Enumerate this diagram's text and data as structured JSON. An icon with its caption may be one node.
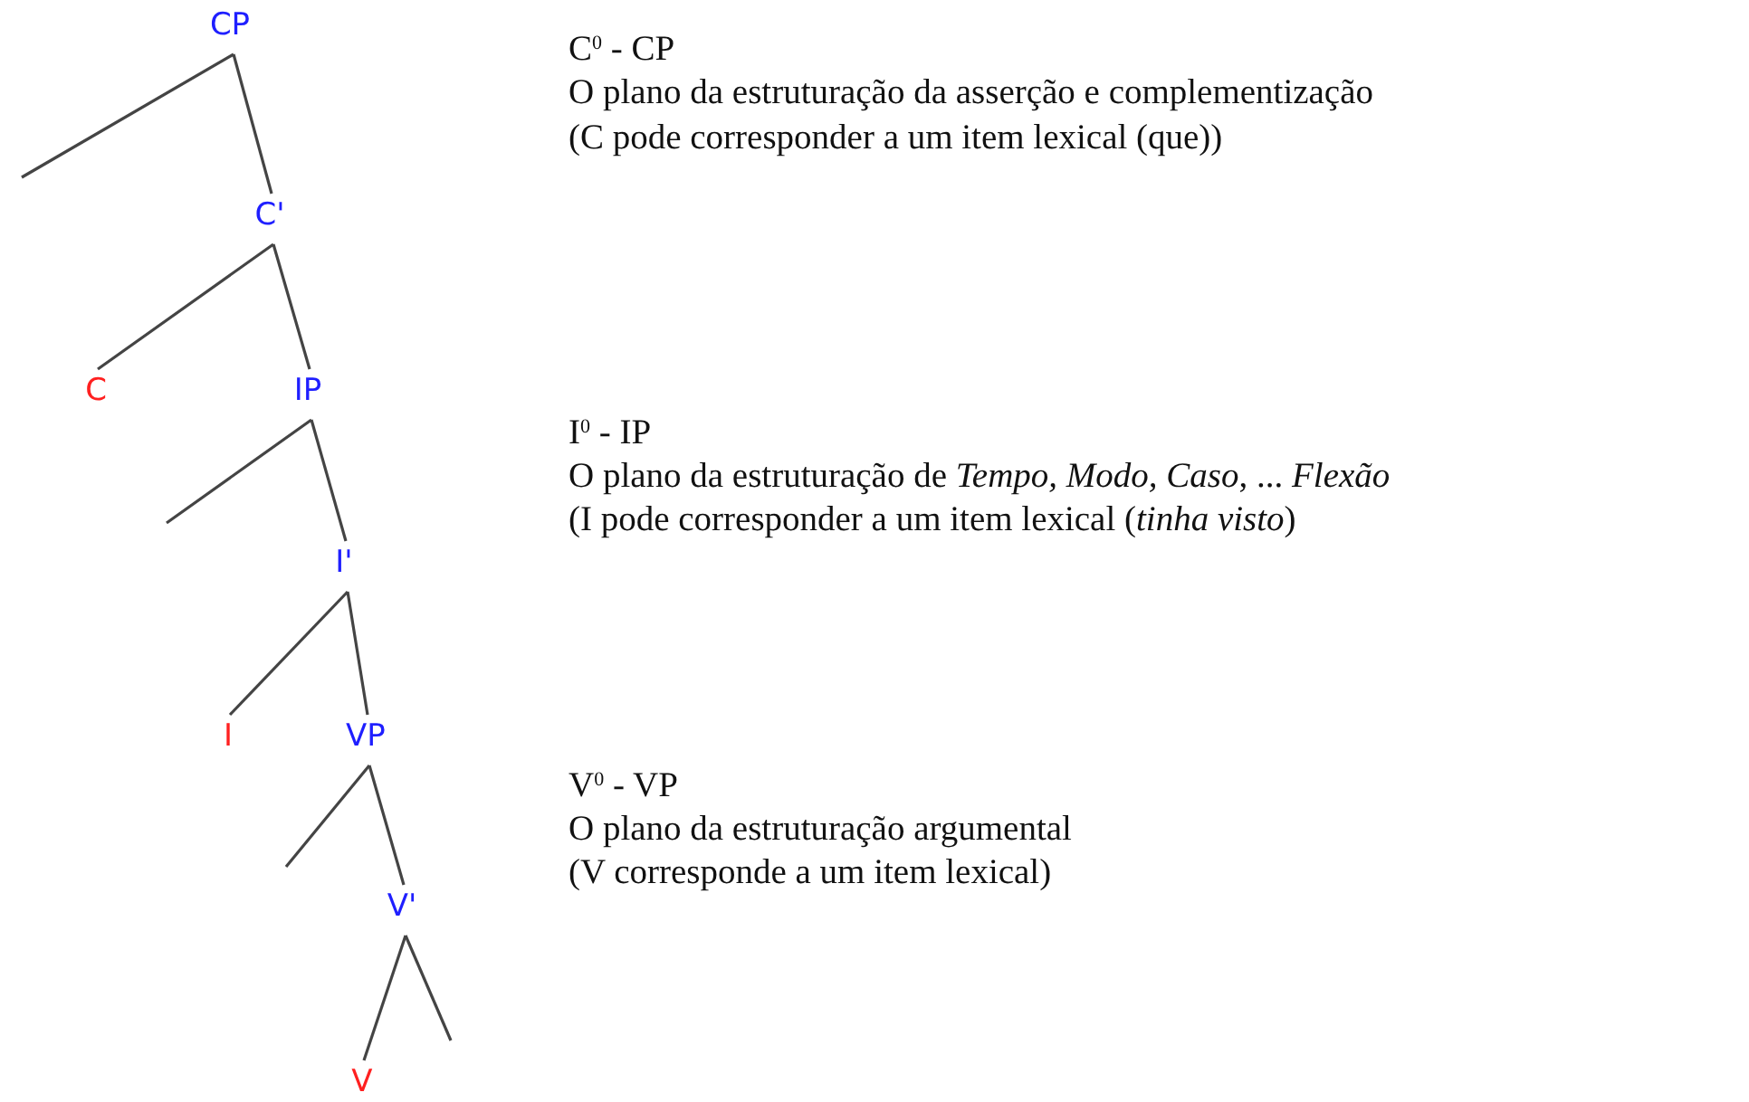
{
  "diagram": {
    "nodes": [
      {
        "text": [
          "CP"
        ]
      },
      {
        "text": [
          "C'"
        ]
      },
      {
        "text": [
          "C"
        ]
      },
      {
        "text": [
          "IP"
        ]
      },
      {
        "text": [
          "I'"
        ]
      },
      {
        "text": [
          "I"
        ]
      },
      {
        "text": [
          "VP"
        ]
      },
      {
        "text": [
          "V'"
        ]
      },
      {
        "text": [
          "V"
        ]
      }
    ],
    "edges": [
      {
        "from": 0,
        "to": null,
        "arrow": "none"
      },
      {
        "from": 0,
        "to": 1,
        "arrow": "none"
      },
      {
        "from": 1,
        "to": 2,
        "arrow": "none"
      },
      {
        "from": 1,
        "to": 3,
        "arrow": "none"
      },
      {
        "from": 3,
        "to": null,
        "arrow": "none"
      },
      {
        "from": 3,
        "to": 4,
        "arrow": "none"
      },
      {
        "from": 4,
        "to": 5,
        "arrow": "none"
      },
      {
        "from": 4,
        "to": 6,
        "arrow": "none"
      },
      {
        "from": 6,
        "to": null,
        "arrow": "none"
      },
      {
        "from": 6,
        "to": 7,
        "arrow": "none"
      },
      {
        "from": 7,
        "to": 8,
        "arrow": "none"
      },
      {
        "from": 7,
        "to": null,
        "arrow": "none"
      }
    ],
    "labels": [
      "C$^{0}$  - CP",
      "O plano da estruturação da asserção e complementização",
      "(C pode corresponder a um item lexical (que))",
      "I$^{0}$ - IP",
      "O plano da estruturação de *Tempo, Modo, Caso*, ... *Flexão*",
      "(I pode corresponder a um item lexical (*tinha visto*)",
      "V$^{0}$  - VP",
      "O plano da estruturação argumental",
      "(V corresponde a um item lexical)"
    ]
  }
}
